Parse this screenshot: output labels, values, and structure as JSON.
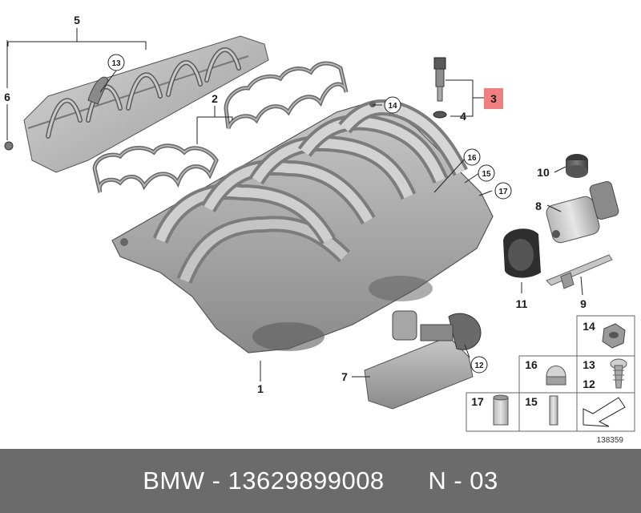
{
  "diagram": {
    "reference_number": "138359",
    "callouts": {
      "c1": "1",
      "c2": "2",
      "c3": "3",
      "c4": "4",
      "c5": "5",
      "c6": "6",
      "c7": "7",
      "c8": "8",
      "c9": "9",
      "c10": "10",
      "c11": "11",
      "c12": "12",
      "c13": "13",
      "c14": "14",
      "c15": "15",
      "c16": "16",
      "c17": "17"
    },
    "parts_table": {
      "t14": "14",
      "t16": "16",
      "t13": "13",
      "t12": "12",
      "t17": "17",
      "t15": "15"
    },
    "colors": {
      "part_gray": "#a8a8a8",
      "part_dark": "#6e6e6e",
      "highlight_box": "#f08080",
      "footer_bg": "#6b6b6b"
    }
  },
  "footer": {
    "text": "BMW - 13629899008      N - 03"
  }
}
